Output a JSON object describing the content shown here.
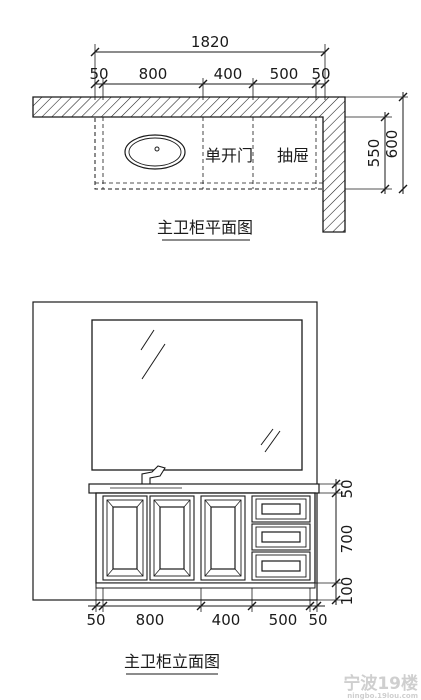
{
  "plan": {
    "title": "主卫柜平面图",
    "overall_width": "1820",
    "segments": [
      "50",
      "800",
      "400",
      "500",
      "50"
    ],
    "depth_inner": "550",
    "depth_total": "600",
    "label_door": "单开门",
    "label_drawer": "抽屉"
  },
  "elevation": {
    "title": "主卫柜立面图",
    "height_top": "50",
    "height_body": "700",
    "height_base": "100",
    "segments": [
      "50",
      "800",
      "400",
      "500",
      "50"
    ]
  },
  "watermark": {
    "brand": "宁波19楼",
    "url": "ningbo.19lou.com"
  },
  "colors": {
    "ink": "#1a1a1a",
    "paper": "#ffffff"
  }
}
